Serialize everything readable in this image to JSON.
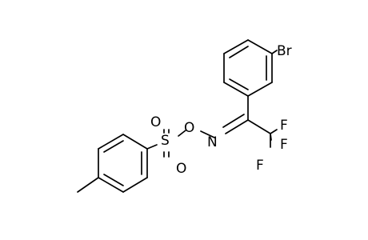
{
  "molecule": {
    "atoms": {
      "br": "Br",
      "o_ester": "O",
      "n": "N",
      "s": "S",
      "o_sulfonyl_top": "O",
      "o_sulfonyl_bottom": "O",
      "f_top": "F",
      "f_right": "F",
      "f_bottom": "F"
    },
    "colors": {
      "ink": "#000000",
      "background": "#ffffff"
    }
  }
}
